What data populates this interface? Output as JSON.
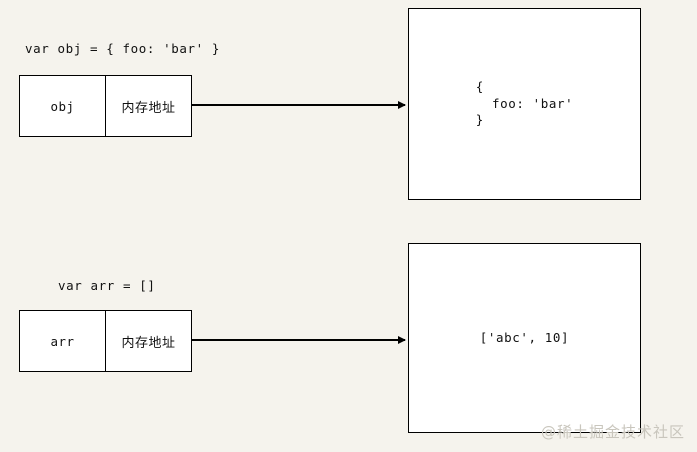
{
  "diagram": {
    "title": "JavaScript reference types: variable holds memory address pointing to heap value",
    "background_color": "#f5f3ed",
    "box_fill_color": "#ffffff",
    "line_color": "#000000",
    "watermark": "@稀土掘金技术社区"
  },
  "rows": [
    {
      "id": "object-row",
      "declaration": "var obj = { foo: 'bar' }",
      "variable_name": "obj",
      "address_label": "内存地址",
      "heap_value": "{\n  foo: 'bar'\n}",
      "heap_value_align": "block",
      "arrow_label": ""
    },
    {
      "id": "array-row",
      "declaration": "var arr = []",
      "variable_name": "arr",
      "address_label": "内存地址",
      "heap_value": "['abc', 10]",
      "heap_value_align": "single",
      "arrow_label": ""
    }
  ]
}
